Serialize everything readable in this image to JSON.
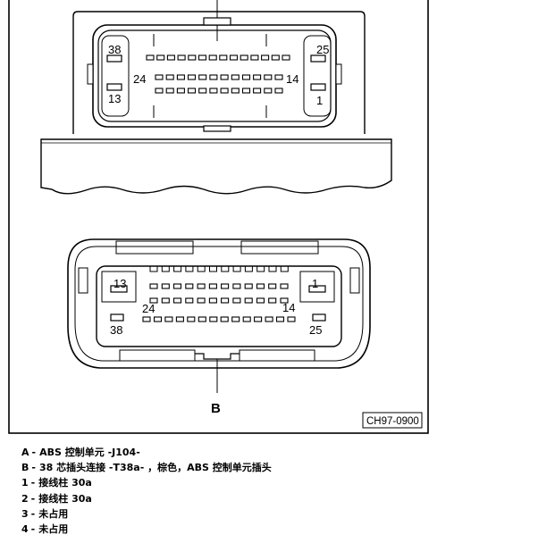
{
  "figure": {
    "code": "CH97-0900",
    "callout_b": "B",
    "connector_top": {
      "pin_tl": "38",
      "pin_tr": "25",
      "pin_bl": "13",
      "pin_br": "1",
      "row2_left": "24",
      "row2_right": "14"
    },
    "connector_bottom": {
      "pin_tl": "13",
      "pin_tr": "1",
      "pin_bl": "38",
      "pin_br": "25",
      "row2_left": "24",
      "row2_right": "14"
    }
  },
  "legend": [
    {
      "key": "A",
      "text": "ABS 控制单元 -J104-"
    },
    {
      "key": "B",
      "text": "38 芯插头连接 -T38a- ，棕色，ABS 控制单元插头"
    },
    {
      "key": "1",
      "text": "接线柱 30a"
    },
    {
      "key": "2",
      "text": "接线柱 30a"
    },
    {
      "key": "3",
      "text": "未占用"
    },
    {
      "key": "4",
      "text": "未占用"
    }
  ]
}
